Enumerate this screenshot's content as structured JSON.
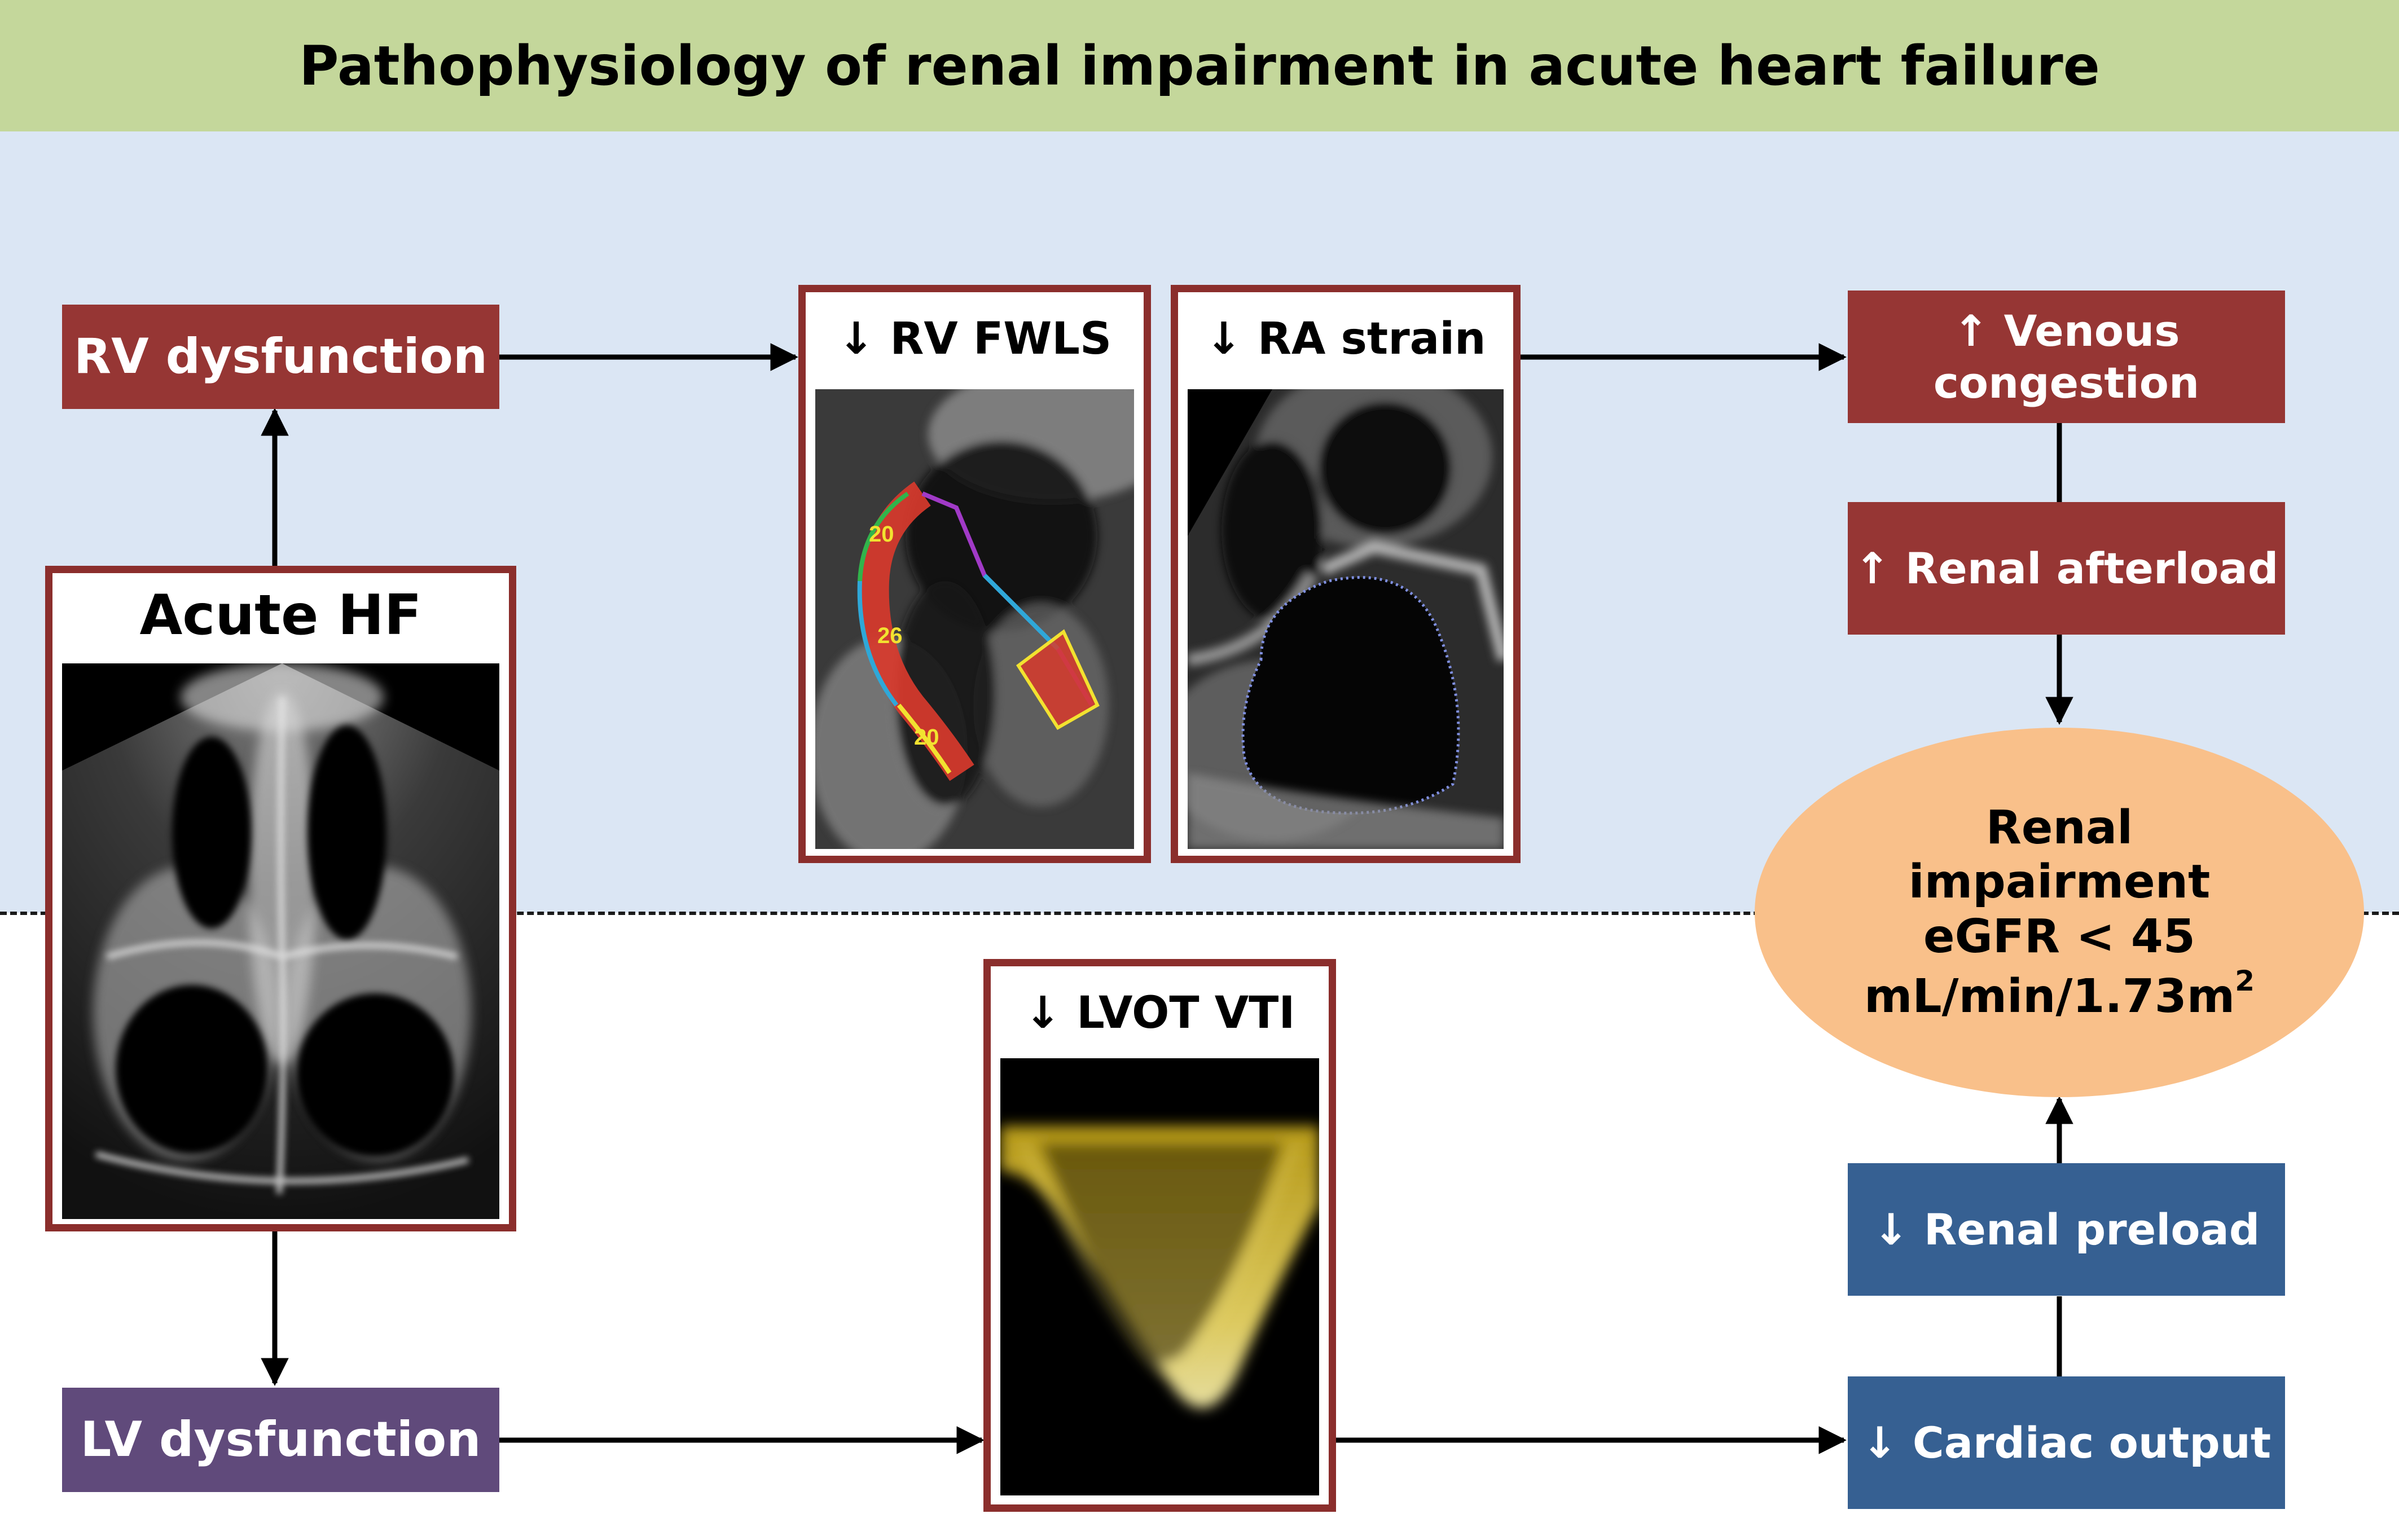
{
  "title": "Pathophysiology of renal impairment in acute heart failure",
  "colors": {
    "title_band": "#c4d79b",
    "upper_band": "#dbe6f4",
    "red_box": "#963634",
    "purple_box": "#604a7b",
    "blue_box": "#366092",
    "frame_border": "#8b2e2c",
    "ellipse": "#f9c08a",
    "arrow": "#000000"
  },
  "nodes": {
    "acute_hf": "Acute HF",
    "rv_dysfunction": "RV dysfunction",
    "lv_dysfunction": "LV dysfunction",
    "rv_fwls": "↓ RV FWLS",
    "ra_strain": "↓ RA strain",
    "lvot_vti": "↓ LVOT VTI",
    "venous_congestion_line1": "↑ Venous",
    "venous_congestion_line2": "congestion",
    "renal_afterload": "↑ Renal afterload",
    "renal_preload": "↓ Renal preload",
    "cardiac_output": "↓ Cardiac output",
    "renal_impairment_line1": "Renal",
    "renal_impairment_line2": "impairment",
    "renal_impairment_line3": "eGFR < 45",
    "renal_impairment_line4": "mL/min/1.73m",
    "renal_impairment_sup": "2"
  },
  "images": {
    "echo_4ch": "four-chamber-echocardiogram",
    "rv_strain_echo": "rv-free-wall-strain-echo",
    "ra_strain_echo": "right-atrial-strain-echo",
    "lvot_doppler": "lvot-pulsed-doppler-spectrum",
    "rv_segment_values": [
      "20",
      "26",
      "20"
    ]
  }
}
